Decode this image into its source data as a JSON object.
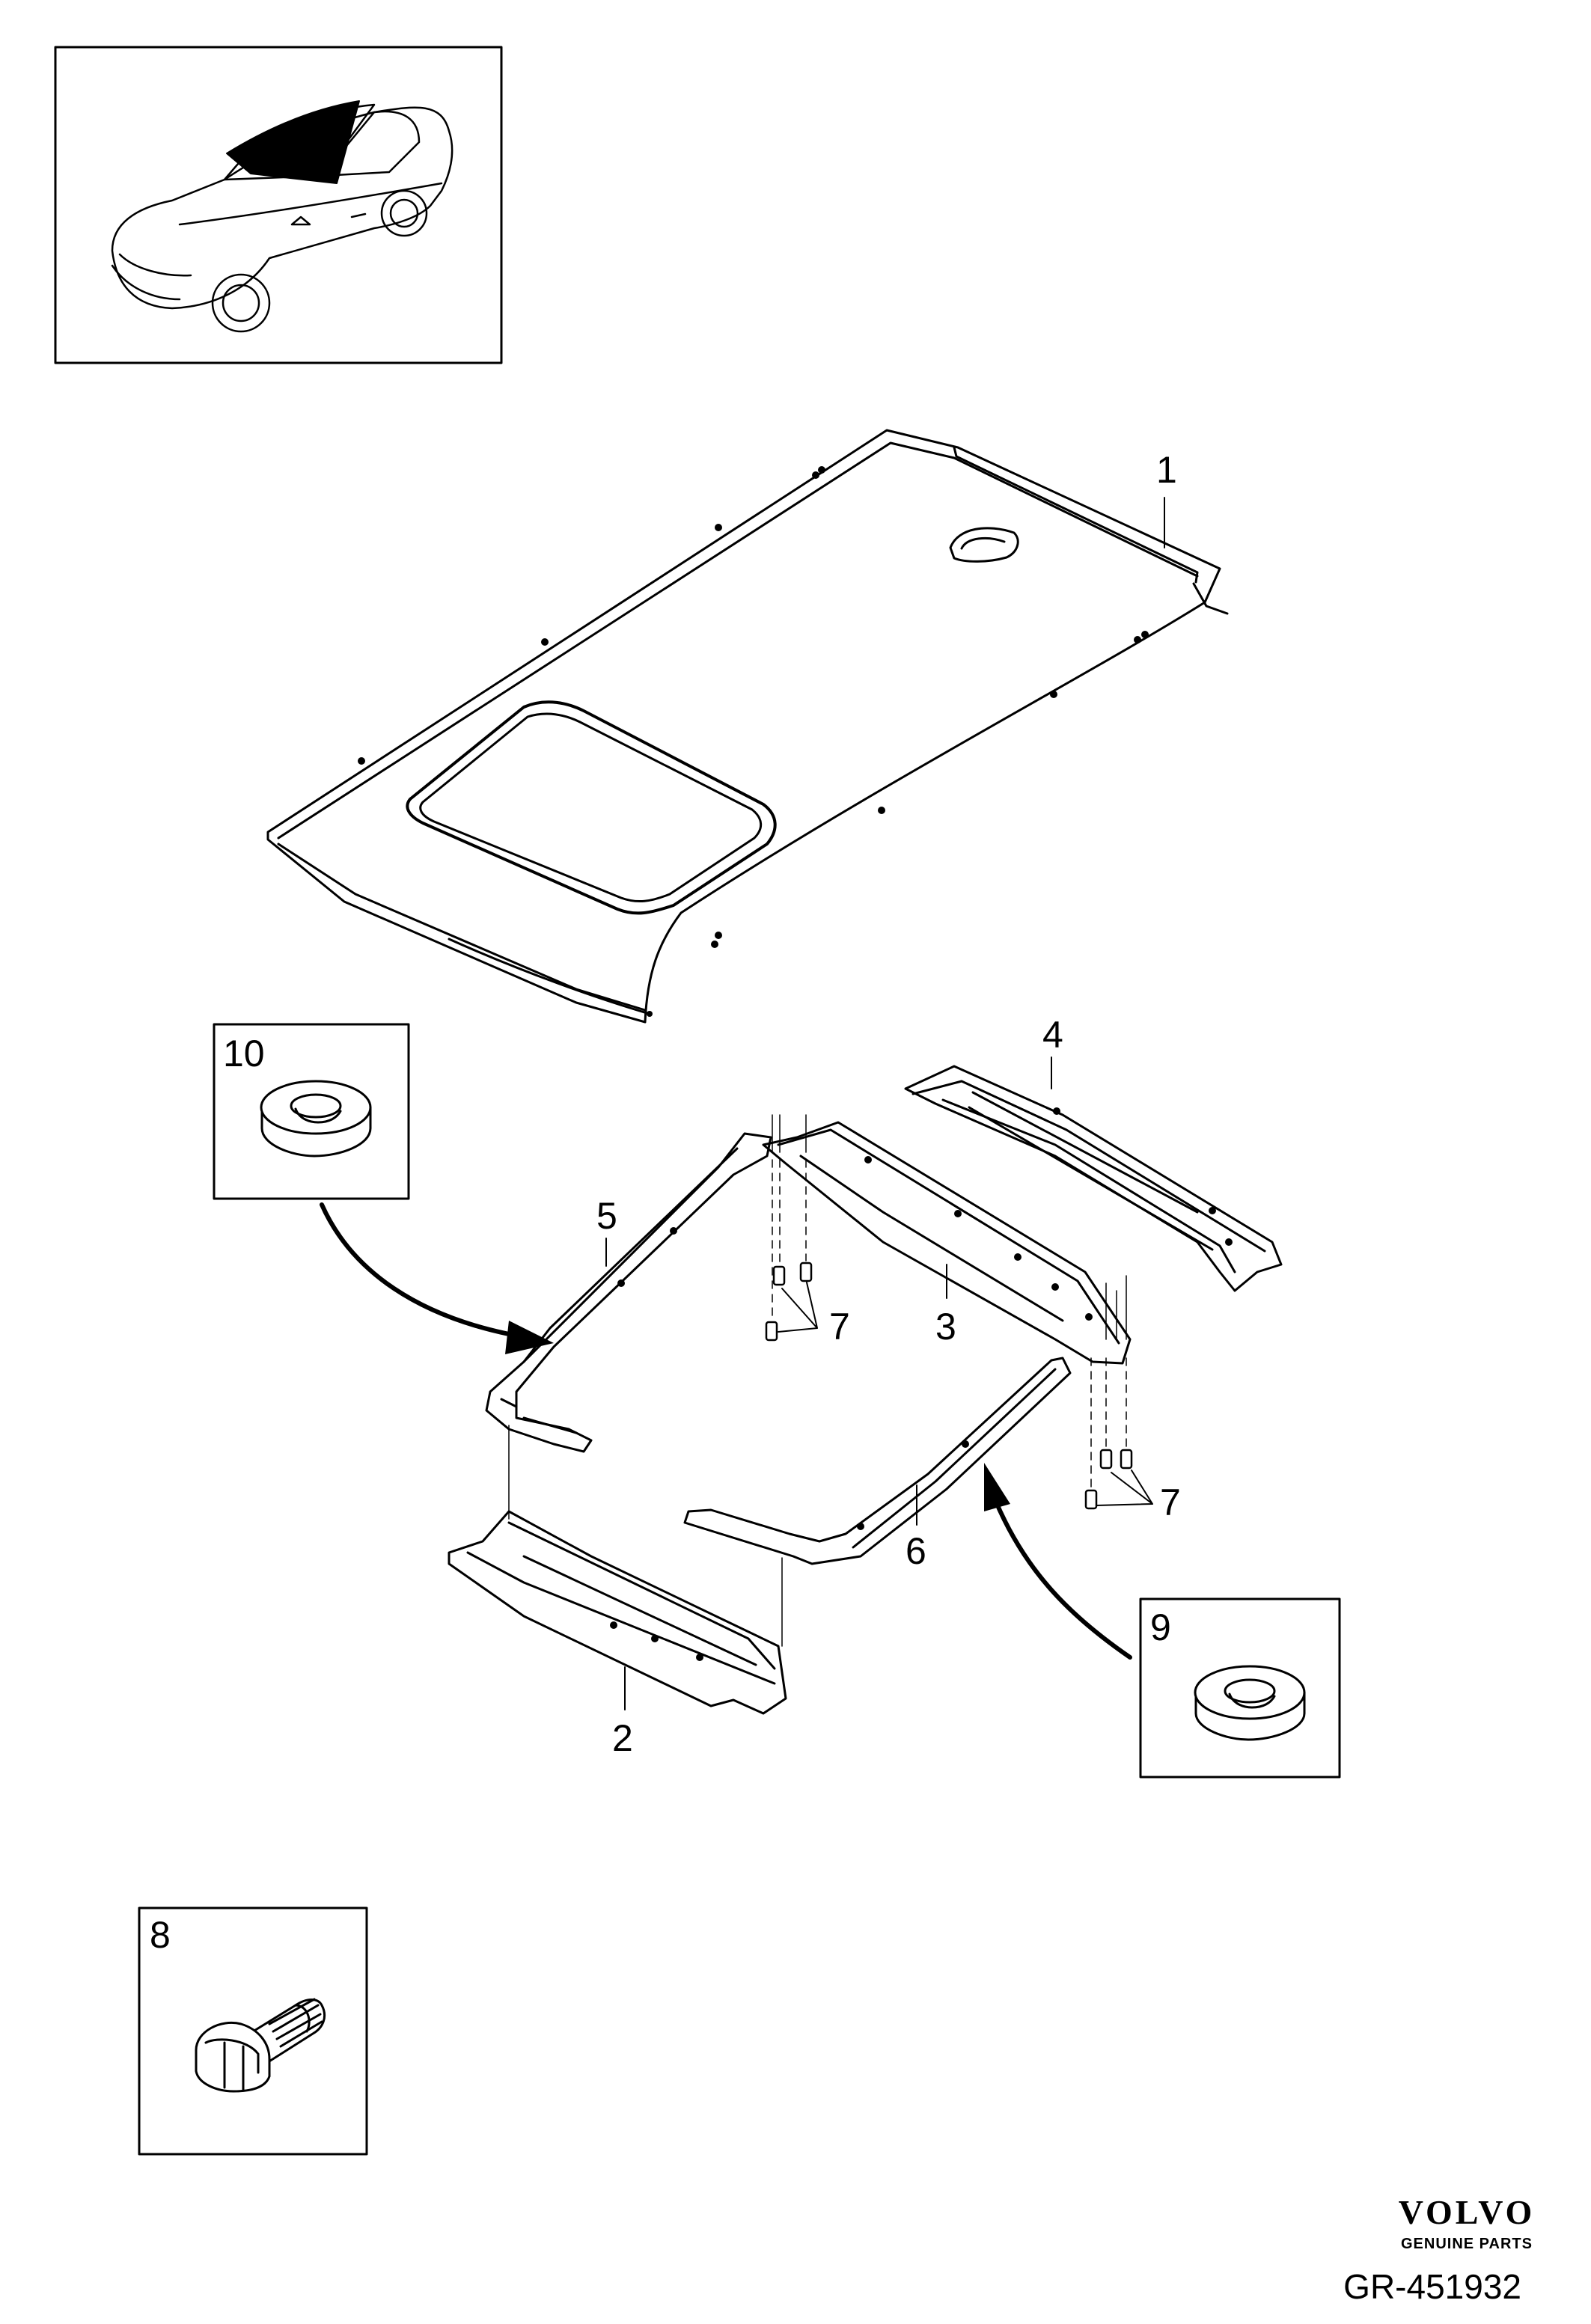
{
  "callouts": {
    "p1": "1",
    "p2": "2",
    "p3": "3",
    "p4": "4",
    "p5": "5",
    "p6": "6",
    "p7a": "7",
    "p7b": "7",
    "p8": "8",
    "p9": "9",
    "p10": "10"
  },
  "brand": {
    "name": "VOLVO",
    "tagline": "GENUINE PARTS"
  },
  "diagram_code": "GR-451932"
}
